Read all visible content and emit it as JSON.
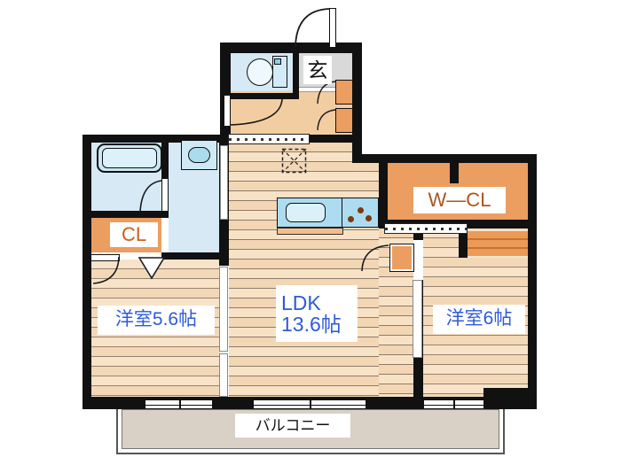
{
  "labels": {
    "entrance": "玄",
    "closet": "CL",
    "walk_in_closet": "W—CL",
    "ldk_name": "LDK",
    "ldk_size": "13.6帖",
    "bedroom_west": "洋室5.6帖",
    "bedroom_east": "洋室6帖",
    "balcony": "バルコニー"
  },
  "colors": {
    "wall": "#111111",
    "ldk_floor": "#f3d6b4",
    "bedroom_floor": "#f8e3c8",
    "closet_orange": "#ec9d60",
    "water_area_blue": "#d6e9f5",
    "entrance_gray": "#d9d9d9",
    "hallway_peach": "#f3cda2",
    "balcony_gray": "#d9d0c6",
    "room_label_blue": "#2e5bd7",
    "closet_label_orange": "#cf5f1d",
    "wcl_label_brown": "#a9571f"
  }
}
